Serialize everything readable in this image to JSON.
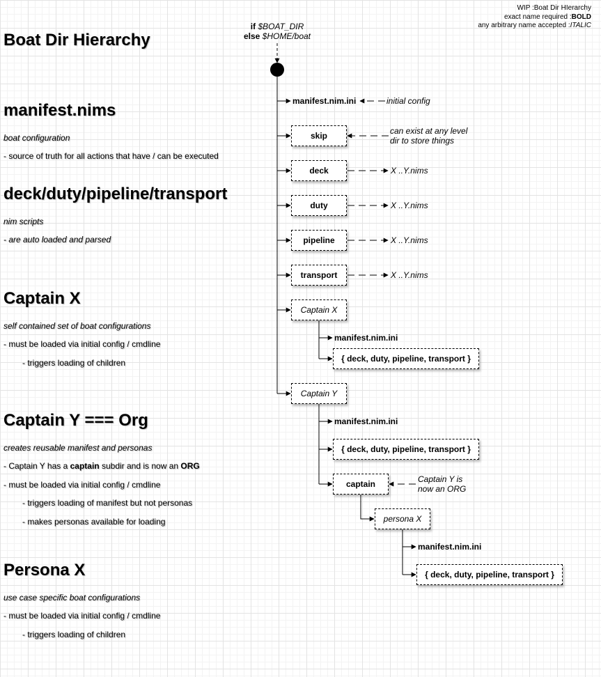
{
  "legend": {
    "line1": "WIP :Boat Dir HIerarchy",
    "line2_text": "exact name required :",
    "line2_bold": "BOLD",
    "line3_text": "any arbitrary name accepted :",
    "line3_italic": "ITALIC"
  },
  "root": {
    "if_kw": "if",
    "if_var": "$BOAT_DIR",
    "else_kw": "else",
    "else_var": "$HOME/boat"
  },
  "left": {
    "title": "Boat Dir Hierarchy",
    "manifest": {
      "heading": "manifest.nims",
      "sub": "boat configuration",
      "line1": "- source of truth for all actions that have / can be executed"
    },
    "scripts": {
      "heading": "deck/duty/pipeline/transport",
      "sub": "nim scripts",
      "line1": "- are auto loaded and parsed"
    },
    "captain_x": {
      "heading": "Captain X",
      "sub": "self contained set of boat configurations",
      "line1": "- must be loaded via initial config / cmdline",
      "line2": "- triggers loading of children"
    },
    "captain_y": {
      "heading": "Captain Y === Org",
      "sub": "creates reusable manifest and personas",
      "line1_a": "- Captain Y has a ",
      "line1_b": "captain",
      "line1_c": " subdir and is now an ",
      "line1_d": "ORG",
      "line2": "- must be loaded via initial config / cmdline",
      "line3": "- triggers loading of manifest but not personas",
      "line4": "- makes personas available for loading"
    },
    "persona_x": {
      "heading": "Persona X",
      "sub": "use case specific boat configurations",
      "line1": "- must be loaded via initial config / cmdline",
      "line2": "- triggers loading of children"
    }
  },
  "tree": {
    "manifest_ini": "manifest.nim.ini",
    "initial_config": "initial config",
    "skip": "skip",
    "skip_note_1": "can exist at any level",
    "skip_note_2": "dir to store things",
    "deck": "deck",
    "duty": "duty",
    "pipeline": "pipeline",
    "transport": "transport",
    "xy_nims": "X ..Y.nims",
    "captain_x": "Captain X",
    "captain_x_manifest": "manifest.nim.ini",
    "captain_x_group": "{ deck, duty, pipeline, transport }",
    "captain_y": "Captain Y",
    "captain_y_manifest": "manifest.nim.ini",
    "captain_y_group": "{ deck, duty, pipeline, transport }",
    "captain": "captain",
    "captain_note_1": "Captain Y is",
    "captain_note_2": "now an ORG",
    "persona_x": "persona X",
    "persona_manifest": "manifest.nim.ini",
    "persona_group": "{ deck, duty, pipeline, transport }"
  }
}
